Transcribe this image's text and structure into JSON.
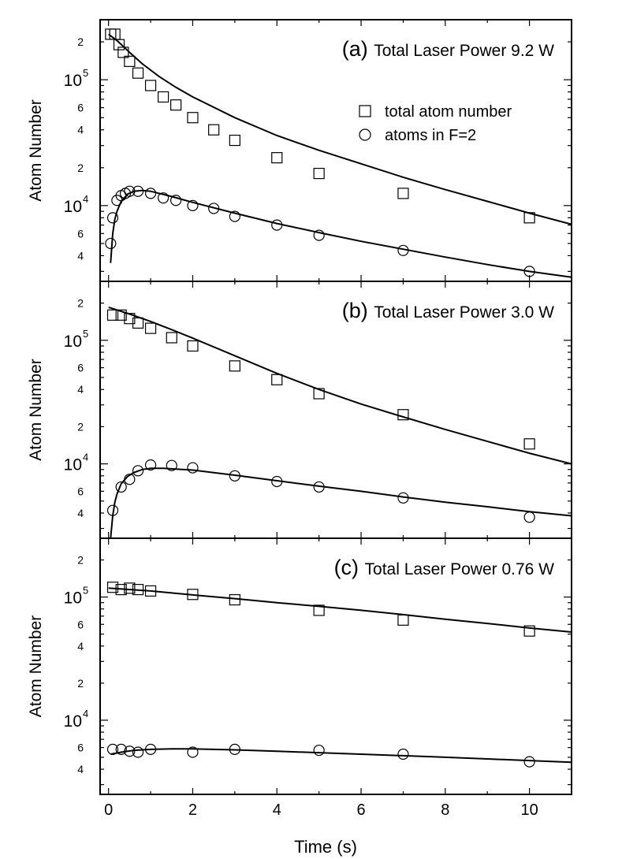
{
  "figure": {
    "x_axis_label": "Time (s)",
    "y_axis_label": "Atom Number",
    "legend": {
      "placement": "top-right of panel (a)",
      "entries": [
        {
          "marker": "square",
          "label": "total atom number"
        },
        {
          "marker": "circle",
          "label": "atoms in F=2"
        }
      ]
    }
  },
  "chart_data": [
    {
      "type": "scatter",
      "panel": "(a)",
      "title": "Total Laser Power 9.2 W",
      "xlabel": "",
      "ylabel": "Atom Number",
      "xlim": [
        -0.2,
        11
      ],
      "ylim": [
        2500,
        300000
      ],
      "yscale": "log",
      "x_ticks": [
        0,
        2,
        4,
        6,
        8,
        10
      ],
      "y_tick_labels": [
        {
          "value": 4000,
          "label": "4"
        },
        {
          "value": 6000,
          "label": "6"
        },
        {
          "value": 10000,
          "label": "10",
          "exp": "4"
        },
        {
          "value": 20000,
          "label": "2"
        },
        {
          "value": 40000,
          "label": "4"
        },
        {
          "value": 60000,
          "label": "6"
        },
        {
          "value": 100000,
          "label": "10",
          "exp": "5"
        },
        {
          "value": 200000,
          "label": "2"
        }
      ],
      "series": [
        {
          "name": "total atom number",
          "marker": "square",
          "x": [
            0.05,
            0.15,
            0.25,
            0.35,
            0.5,
            0.7,
            1.0,
            1.3,
            1.6,
            2.0,
            2.5,
            3.0,
            4.0,
            5.0,
            7.0,
            10.0
          ],
          "y": [
            230000,
            230000,
            190000,
            165000,
            140000,
            113000,
            90000,
            73000,
            63000,
            50000,
            40000,
            33000,
            24000,
            18000,
            12500,
            8000
          ]
        },
        {
          "name": "atoms in F=2",
          "marker": "circle",
          "x": [
            0.05,
            0.1,
            0.2,
            0.3,
            0.4,
            0.5,
            0.7,
            1.0,
            1.3,
            1.6,
            2.0,
            2.5,
            3.0,
            4.0,
            5.0,
            7.0,
            10.0
          ],
          "y": [
            5000,
            8000,
            11000,
            12000,
            12500,
            13000,
            13000,
            12500,
            11500,
            11000,
            10000,
            9500,
            8200,
            7000,
            5800,
            4400,
            3000
          ]
        }
      ],
      "fits": [
        {
          "x": [
            0,
            0.2,
            0.5,
            0.8,
            1.2,
            1.6,
            2,
            3,
            4,
            5,
            6,
            7,
            8,
            9,
            10,
            11
          ],
          "y": [
            230000,
            205000,
            165000,
            134000,
            106000,
            87000,
            73000,
            50000,
            36000,
            27500,
            21500,
            16800,
            13400,
            10800,
            8700,
            7100
          ]
        },
        {
          "x": [
            0.05,
            0.1,
            0.15,
            0.2,
            0.3,
            0.45,
            0.6,
            0.8,
            1,
            1.5,
            2,
            3,
            4,
            5,
            6,
            7,
            8,
            9,
            10,
            11
          ],
          "y": [
            3500,
            6000,
            7800,
            9000,
            10800,
            12300,
            13000,
            13200,
            13000,
            11800,
            10600,
            8700,
            7200,
            6100,
            5200,
            4500,
            3900,
            3400,
            3000,
            2700
          ]
        }
      ]
    },
    {
      "type": "scatter",
      "panel": "(b)",
      "title": "Total Laser Power 3.0 W",
      "xlabel": "",
      "ylabel": "Atom Number",
      "xlim": [
        -0.2,
        11
      ],
      "ylim": [
        2500,
        300000
      ],
      "yscale": "log",
      "x_ticks": [
        0,
        2,
        4,
        6,
        8,
        10
      ],
      "y_tick_labels": [
        {
          "value": 4000,
          "label": "4"
        },
        {
          "value": 6000,
          "label": "6"
        },
        {
          "value": 10000,
          "label": "10",
          "exp": "4"
        },
        {
          "value": 20000,
          "label": "2"
        },
        {
          "value": 40000,
          "label": "4"
        },
        {
          "value": 60000,
          "label": "6"
        },
        {
          "value": 100000,
          "label": "10",
          "exp": "5"
        },
        {
          "value": 200000,
          "label": "2"
        }
      ],
      "series": [
        {
          "name": "total atom number",
          "marker": "square",
          "x": [
            0.1,
            0.3,
            0.5,
            0.7,
            1.0,
            1.5,
            2.0,
            3.0,
            4.0,
            5.0,
            7.0,
            10.0
          ],
          "y": [
            160000,
            160000,
            150000,
            138000,
            125000,
            105000,
            90000,
            62000,
            48000,
            37000,
            25000,
            14500
          ]
        },
        {
          "name": "atoms in F=2",
          "marker": "circle",
          "x": [
            0.1,
            0.3,
            0.5,
            0.7,
            1.0,
            1.5,
            2.0,
            3.0,
            4.0,
            5.0,
            7.0,
            10.0
          ],
          "y": [
            4200,
            6500,
            7500,
            8800,
            9800,
            9700,
            9300,
            8000,
            7200,
            6500,
            5300,
            3700
          ]
        }
      ],
      "fits": [
        {
          "x": [
            0,
            0.5,
            1,
            1.5,
            2,
            3,
            4,
            5,
            6,
            7,
            8,
            9,
            10,
            11
          ],
          "y": [
            185000,
            163000,
            142000,
            122000,
            104000,
            75000,
            54000,
            40000,
            30500,
            24000,
            19000,
            15200,
            12200,
            10000
          ]
        },
        {
          "x": [
            0.05,
            0.1,
            0.15,
            0.2,
            0.3,
            0.45,
            0.6,
            0.8,
            1,
            1.3,
            2,
            3,
            4,
            5,
            6,
            7,
            8,
            9,
            10,
            11
          ],
          "y": [
            2500,
            3800,
            4900,
            5700,
            6900,
            7900,
            8500,
            9000,
            9200,
            9200,
            8900,
            8100,
            7300,
            6600,
            6000,
            5400,
            4900,
            4500,
            4100,
            3800
          ]
        }
      ]
    },
    {
      "type": "scatter",
      "panel": "(c)",
      "title": "Total Laser Power 0.76 W",
      "xlabel": "Time (s)",
      "ylabel": "Atom Number",
      "xlim": [
        -0.2,
        11
      ],
      "ylim": [
        2500,
        300000
      ],
      "yscale": "log",
      "x_ticks": [
        0,
        2,
        4,
        6,
        8,
        10
      ],
      "y_tick_labels": [
        {
          "value": 4000,
          "label": "4"
        },
        {
          "value": 6000,
          "label": "6"
        },
        {
          "value": 10000,
          "label": "10",
          "exp": "4"
        },
        {
          "value": 20000,
          "label": "2"
        },
        {
          "value": 40000,
          "label": "4"
        },
        {
          "value": 60000,
          "label": "6"
        },
        {
          "value": 100000,
          "label": "10",
          "exp": "5"
        },
        {
          "value": 200000,
          "label": "2"
        }
      ],
      "series": [
        {
          "name": "total atom number",
          "marker": "square",
          "x": [
            0.1,
            0.3,
            0.5,
            0.7,
            1.0,
            2.0,
            3.0,
            5.0,
            7.0,
            10.0
          ],
          "y": [
            120000,
            115000,
            118000,
            115000,
            112000,
            105000,
            95000,
            78000,
            65000,
            53000
          ]
        },
        {
          "name": "atoms in F=2",
          "marker": "circle",
          "x": [
            0.1,
            0.3,
            0.5,
            0.7,
            1.0,
            2.0,
            3.0,
            5.0,
            7.0,
            10.0
          ],
          "y": [
            5800,
            5800,
            5600,
            5500,
            5800,
            5500,
            5800,
            5700,
            5300,
            4600
          ]
        }
      ],
      "fits": [
        {
          "x": [
            0,
            1,
            2,
            3,
            4,
            5,
            6,
            7,
            8,
            9,
            10,
            11
          ],
          "y": [
            118000,
            112000,
            104000,
            97000,
            90000,
            84000,
            78000,
            72000,
            66000,
            61000,
            56000,
            52000
          ]
        },
        {
          "x": [
            0.05,
            0.3,
            0.6,
            1,
            1.5,
            2,
            3,
            4,
            5,
            6,
            7,
            8,
            9,
            10,
            11
          ],
          "y": [
            5300,
            5500,
            5700,
            5800,
            5850,
            5850,
            5750,
            5600,
            5450,
            5300,
            5150,
            5000,
            4850,
            4700,
            4550
          ]
        }
      ]
    }
  ]
}
